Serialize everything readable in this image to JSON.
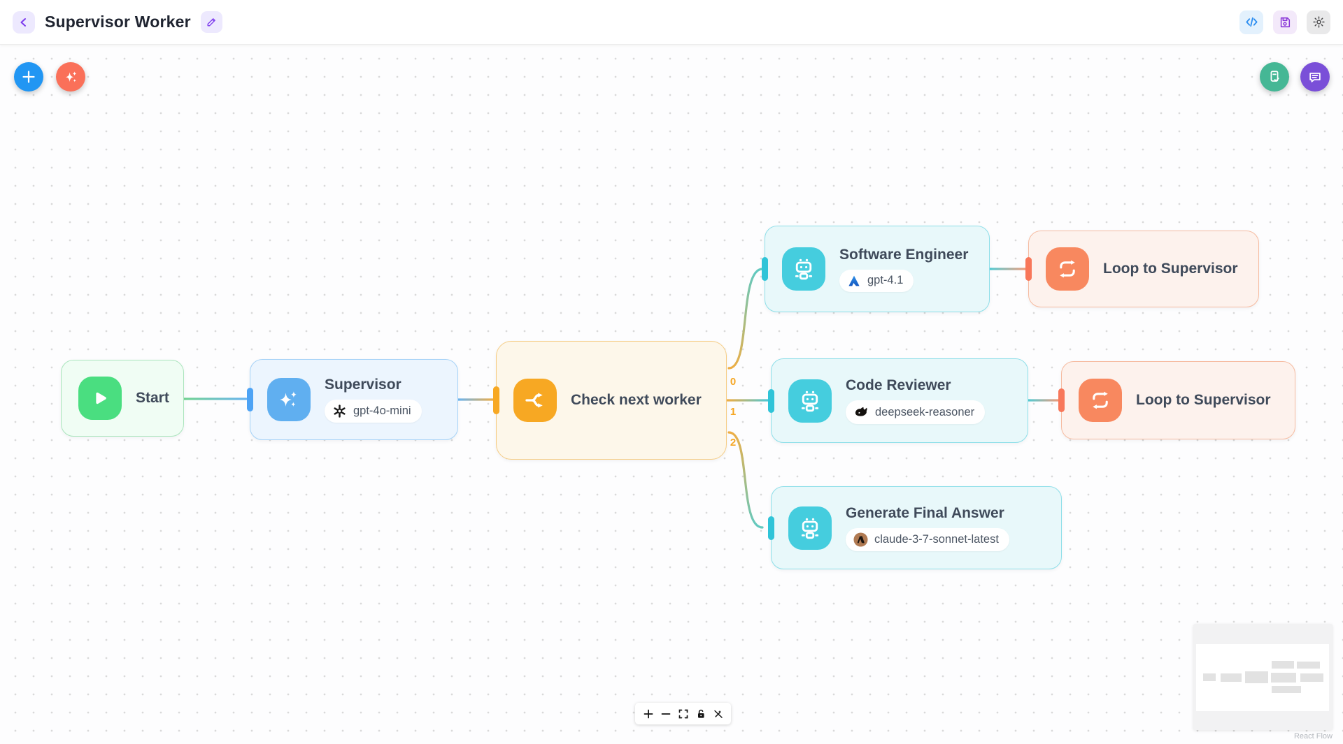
{
  "header": {
    "title": "Supervisor Worker",
    "back_icon": "chevron-left-icon",
    "edit_icon": "pencil-icon",
    "actions": {
      "code_icon": "code-icon",
      "save_icon": "save-icon",
      "settings_icon": "gear-icon"
    }
  },
  "canvas": {
    "toolbar": {
      "add_icon": "plus-icon",
      "ai_icon": "sparkles-icon"
    },
    "quick_actions": {
      "notes_icon": "document-check-icon",
      "chat_icon": "chat-bubble-icon"
    },
    "nodes": [
      {
        "id": "start",
        "title": "Start",
        "icon": "play-icon",
        "accent": "#4ade80"
      },
      {
        "id": "supervisor",
        "title": "Supervisor",
        "icon": "sparkles-icon",
        "model": "gpt-4o-mini",
        "provider_icon": "openai-logo",
        "accent": "#60aff0"
      },
      {
        "id": "check-next-worker",
        "title": "Check next worker",
        "icon": "branch-icon",
        "accent": "#f7a823"
      },
      {
        "id": "software-engineer",
        "title": "Software Engineer",
        "icon": "robot-icon",
        "model": "gpt-4.1",
        "provider_icon": "azure-logo",
        "accent": "#45cdde"
      },
      {
        "id": "code-reviewer",
        "title": "Code Reviewer",
        "icon": "robot-icon",
        "model": "deepseek-reasoner",
        "provider_icon": "deepseek-logo",
        "accent": "#45cdde"
      },
      {
        "id": "generate-final-answer",
        "title": "Generate Final Answer",
        "icon": "robot-icon",
        "model": "claude-3-7-sonnet-latest",
        "provider_icon": "anthropic-logo",
        "accent": "#45cdde"
      },
      {
        "id": "loop-to-supervisor-1",
        "title": "Loop to Supervisor",
        "icon": "loop-icon",
        "accent": "#f8885f"
      },
      {
        "id": "loop-to-supervisor-2",
        "title": "Loop to Supervisor",
        "icon": "loop-icon",
        "accent": "#f8885f"
      }
    ],
    "edge_labels": [
      "0",
      "1",
      "2"
    ],
    "controls": [
      "zoom-in-icon",
      "zoom-out-icon",
      "fit-view-icon",
      "lock-open-icon",
      "wand-off-icon"
    ],
    "attribution": "React Flow"
  },
  "colors": {
    "accent_blue": "#2196f3",
    "accent_coral": "#fa7059",
    "accent_green": "#45b795",
    "accent_purple": "#7a4fd8",
    "edge_amber": "#f0ad45",
    "edge_teal": "#4fc8d6"
  }
}
